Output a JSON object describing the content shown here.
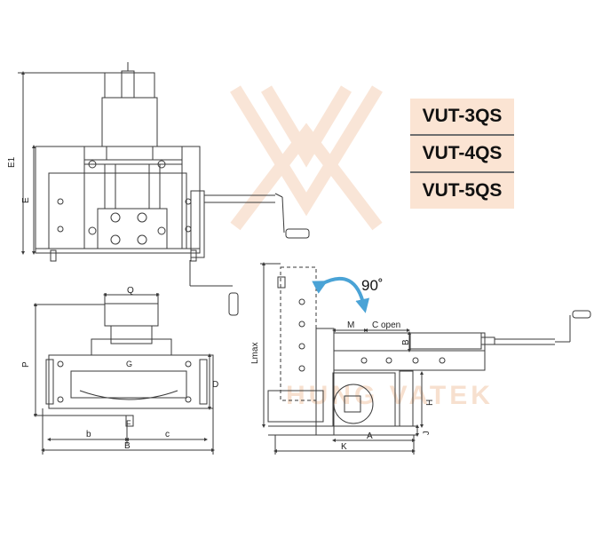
{
  "models": [
    "VUT-3QS",
    "VUT-4QS",
    "VUT-5QS"
  ],
  "watermark": "HUNG VATEK",
  "rotation": "90˚",
  "labels": {
    "e1": "E1",
    "e": "E",
    "q": "Q",
    "p": "P",
    "d": "D",
    "g": "G",
    "f": "F",
    "b": "b",
    "big_b": "B",
    "c": "c",
    "lmax": "Lmax",
    "m": "M",
    "c_open": "C open",
    "small_b": "B",
    "h": "H",
    "j": "J",
    "a": "A",
    "k": "K"
  },
  "colors": {
    "line": "#3a3a3a",
    "arrow": "#4aa3d6",
    "model_bg": "#fbe4d3",
    "watermark": "#f2c7a8"
  }
}
